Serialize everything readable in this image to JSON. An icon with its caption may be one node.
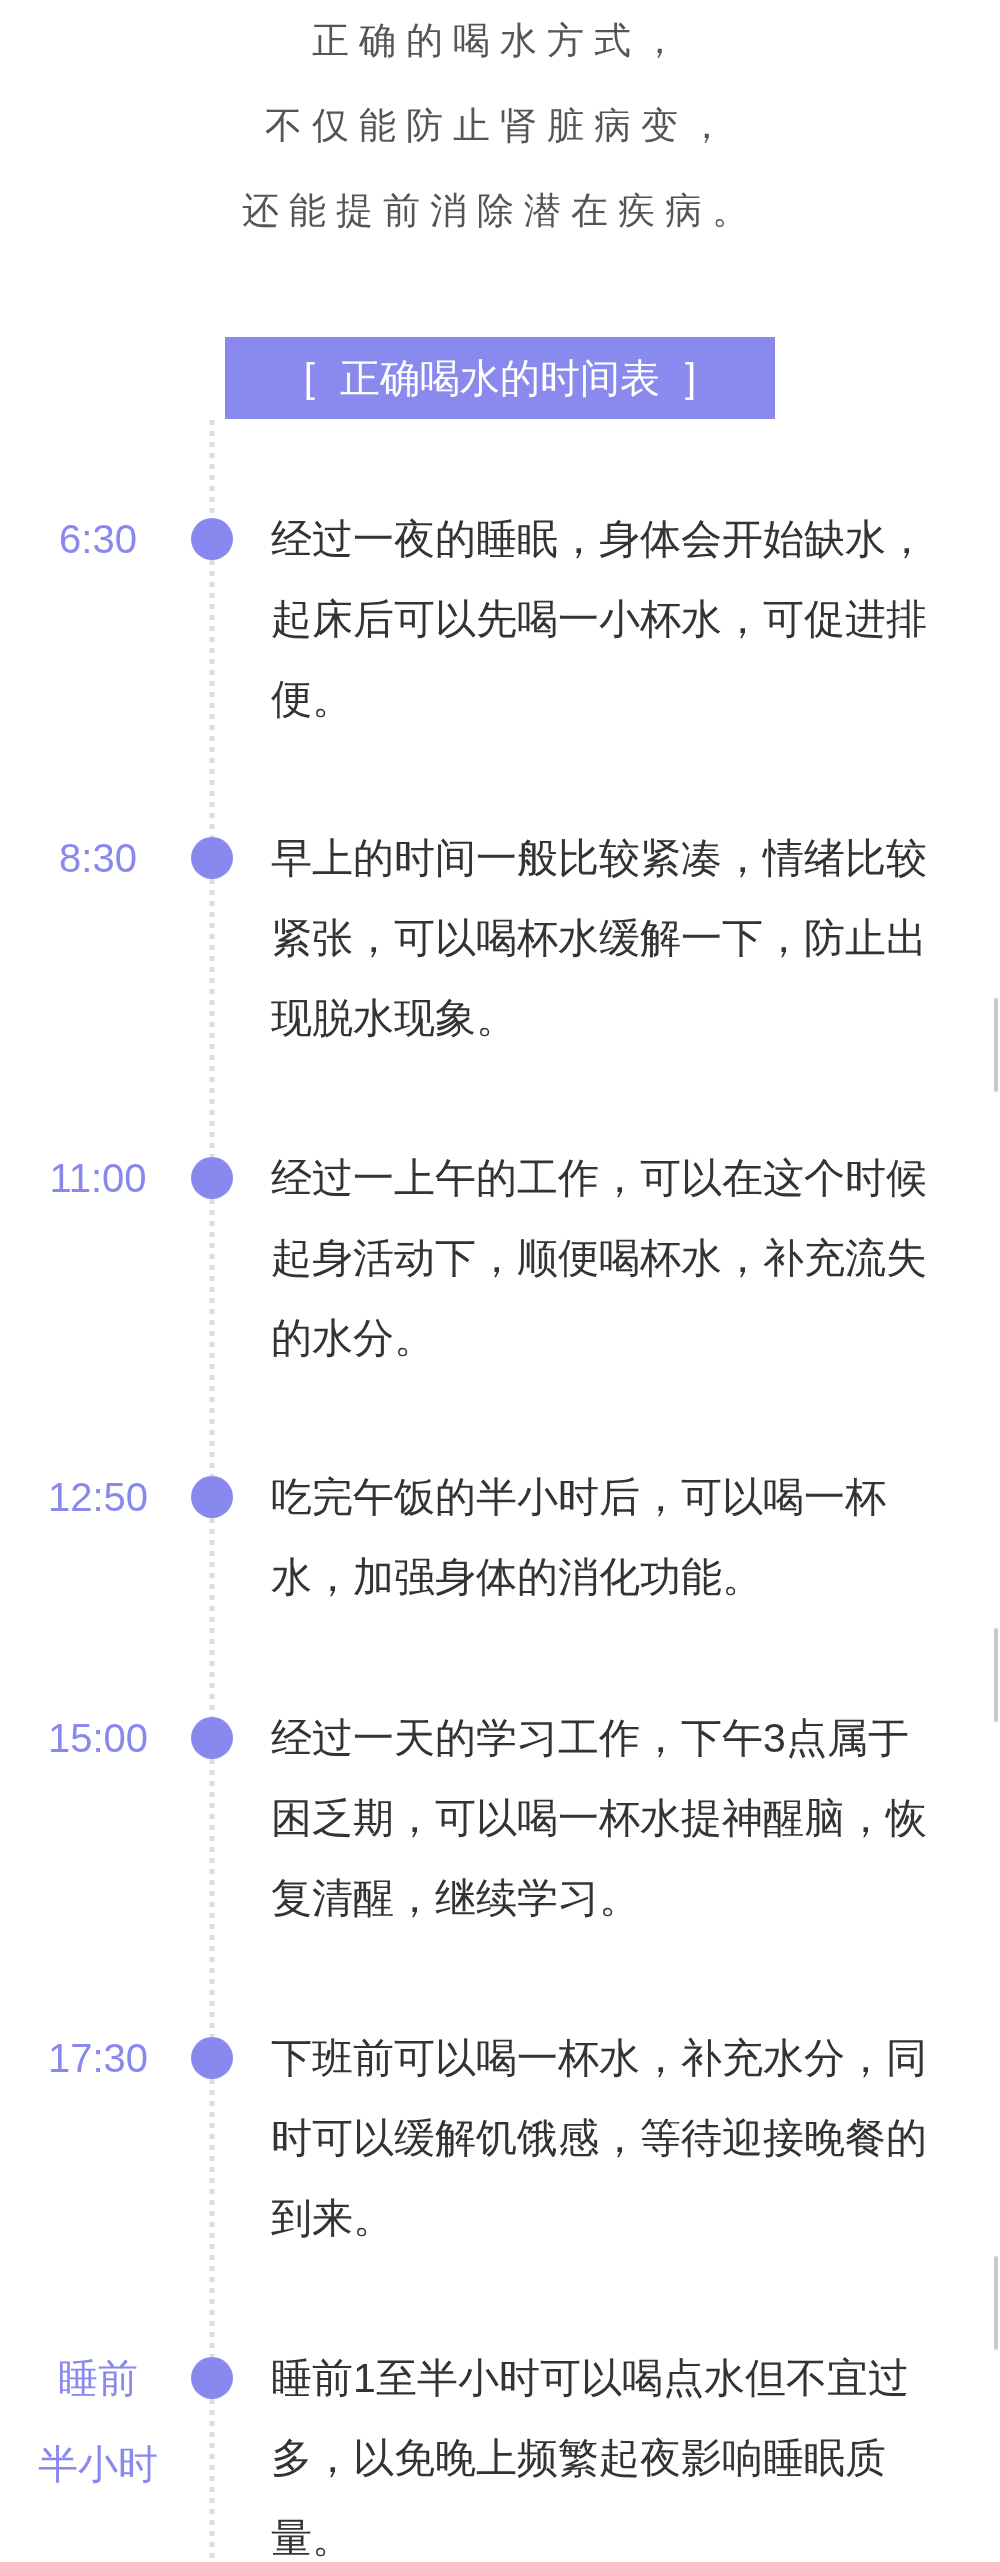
{
  "diagram": {
    "title": "[ 正确喝水的时间表 ]",
    "nodes": [
      {
        "text": [],
        "shape": "circle",
        "beside": [
          "6:30",
          "经过一夜的睡眠，身体会开始缺水，起床后可以先喝一小杯水，可促进排便。"
        ]
      },
      {
        "text": [],
        "shape": "circle",
        "beside": [
          "8:30",
          "早上的时间一般比较紧凑，情绪比较紧张，可以喝杯水缓解一下，防止出现脱水现象。"
        ]
      },
      {
        "text": [],
        "shape": "circle",
        "beside": [
          "11:00",
          "经过一上午的工作，可以在这个时候起身活动下，顺便喝杯水，补充流失的水分。"
        ]
      },
      {
        "text": [],
        "shape": "circle",
        "beside": [
          "12:50",
          "吃完午饭的半小时后，可以喝一杯水，加强身体的消化功能。"
        ]
      },
      {
        "text": [],
        "shape": "circle",
        "beside": [
          "15:00",
          "经过一天的学习工作，下午3点属于困乏期，可以喝一杯水提神醒脑，恢复清醒，继续学习。"
        ]
      },
      {
        "text": [],
        "shape": "circle",
        "beside": [
          "17:30",
          "下班前可以喝一杯水，补充水分，同时可以缓解饥饿感，等待迎接晚餐的到来。"
        ]
      },
      {
        "text": [],
        "shape": "circle",
        "beside": [
          "睡前半小时",
          "睡前1至半小时可以喝点水但不宜过多，以免晚上频繁起夜影响睡眠质量。"
        ]
      }
    ],
    "edges": [
      {
        "from": null,
        "to": 0,
        "arrow": "none",
        "style": "dashed"
      },
      {
        "from": 0,
        "to": 1,
        "arrow": "none",
        "style": "dashed"
      },
      {
        "from": 1,
        "to": 2,
        "arrow": "none",
        "style": "dashed"
      },
      {
        "from": 2,
        "to": 3,
        "arrow": "none",
        "style": "dashed"
      },
      {
        "from": 3,
        "to": 4,
        "arrow": "none",
        "style": "dashed"
      },
      {
        "from": 4,
        "to": 5,
        "arrow": "none",
        "style": "dashed"
      },
      {
        "from": 5,
        "to": 6,
        "arrow": "none",
        "style": "dashed"
      },
      {
        "from": 6,
        "to": null,
        "arrow": "none",
        "style": "dashed"
      }
    ],
    "labels": [
      "正确的喝水方式，不仅能防止肾脏病变，还能提前消除潜在疾病。"
    ]
  }
}
